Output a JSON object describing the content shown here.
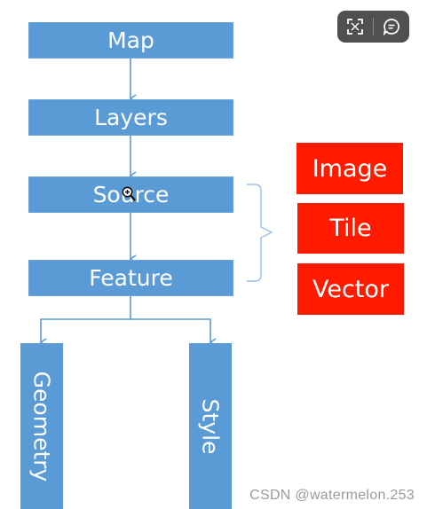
{
  "diagram": {
    "nodes": {
      "map": "Map",
      "layers": "Layers",
      "source": "Source",
      "feature": "Feature",
      "geometry": "Geometry",
      "style": "Style"
    },
    "source_types": [
      "Image",
      "Tile",
      "Vector"
    ],
    "colors": {
      "node_fill": "#5b9bd5",
      "type_fill": "#ff1a00",
      "connector": "#5b9bd5"
    }
  },
  "toolbar": {
    "icons": [
      "fullscreen-icon",
      "comment-icon"
    ]
  },
  "watermark": "CSDN @watermelon.253"
}
